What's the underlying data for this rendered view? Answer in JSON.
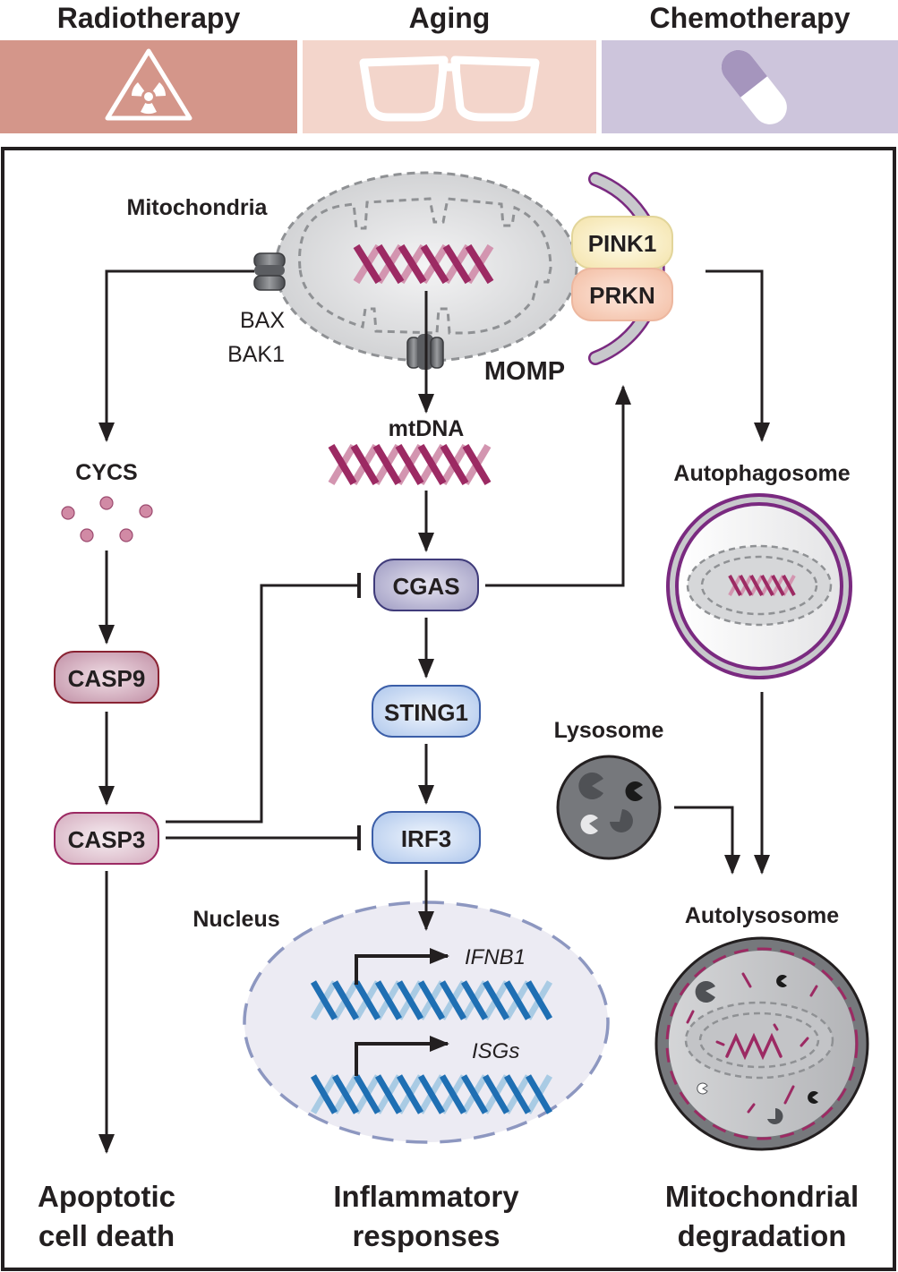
{
  "triggers": [
    {
      "label": "Radiotherapy",
      "icon": "radiation-hazard-icon",
      "color": "#d4968a"
    },
    {
      "label": "Aging",
      "icon": "eyeglasses-icon",
      "color": "#f3d5cb"
    },
    {
      "label": "Chemotherapy",
      "icon": "pill-capsule-icon",
      "color": "#cdc5dc"
    }
  ],
  "labels": {
    "mitochondria": "Mitochondria",
    "bax": "BAX",
    "bak1": "BAK1",
    "momp": "MOMP",
    "mtdna": "mtDNA",
    "cycs": "CYCS",
    "autophagosome": "Autophagosome",
    "lysosome": "Lysosome",
    "autolysosome": "Autolysosome",
    "nucleus": "Nucleus"
  },
  "nodes": {
    "pink1": "PINK1",
    "prkn": "PRKN",
    "cgas": "CGAS",
    "sting1": "STING1",
    "irf3": "IRF3",
    "casp9": "CASP9",
    "casp3": "CASP3"
  },
  "genes": {
    "ifnb1": "IFNB1",
    "isgs": "ISGs"
  },
  "outcomes": {
    "apoptosis": [
      "Apoptotic",
      "cell death"
    ],
    "inflammation": [
      "Inflammatory",
      "responses"
    ],
    "mitophagy": [
      "Mitochondrial",
      "degradation"
    ]
  },
  "colors": {
    "mtdna": "#9c2a63",
    "mtdna_light": "#d395b0",
    "nuclear_dna": "#1f6fb3",
    "nuclear_dna_light": "#a9cbe4",
    "membrane_purple": "#7a2a80",
    "outline": "#231f20"
  }
}
